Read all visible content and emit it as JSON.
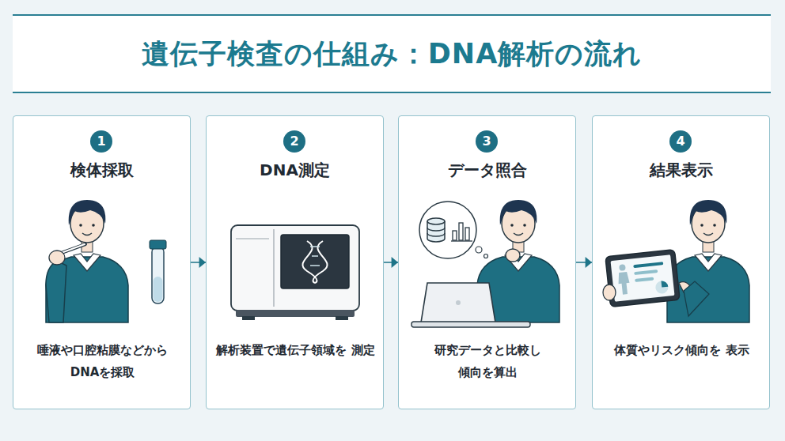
{
  "diagram": {
    "title": "遺伝子検査の仕組み：DNA解析の流れ",
    "nodes": [
      {
        "text": [
          "検体採取",
          "唾液や口腔粘膜などから DNAを採取"
        ]
      },
      {
        "text": [
          "1"
        ],
        "in": 0
      },
      {
        "text": [
          "DNA測定",
          "解析装置で遺伝子領域を 測定"
        ]
      },
      {
        "text": [
          "2"
        ],
        "in": 2
      },
      {
        "text": [
          "データ照合",
          "研究データと比較し 傾向を算出"
        ]
      },
      {
        "text": [
          "3"
        ],
        "in": 4
      },
      {
        "text": [
          "結果表示",
          "体質やリスク傾向を 表示"
        ]
      },
      {
        "text": [
          "4"
        ],
        "in": 6
      }
    ],
    "edges": [
      {
        "from": 0,
        "to": 2,
        "arrow": "to"
      },
      {
        "from": 2,
        "to": 4,
        "arrow": "to"
      },
      {
        "from": 4,
        "to": 6,
        "arrow": "to"
      }
    ]
  }
}
